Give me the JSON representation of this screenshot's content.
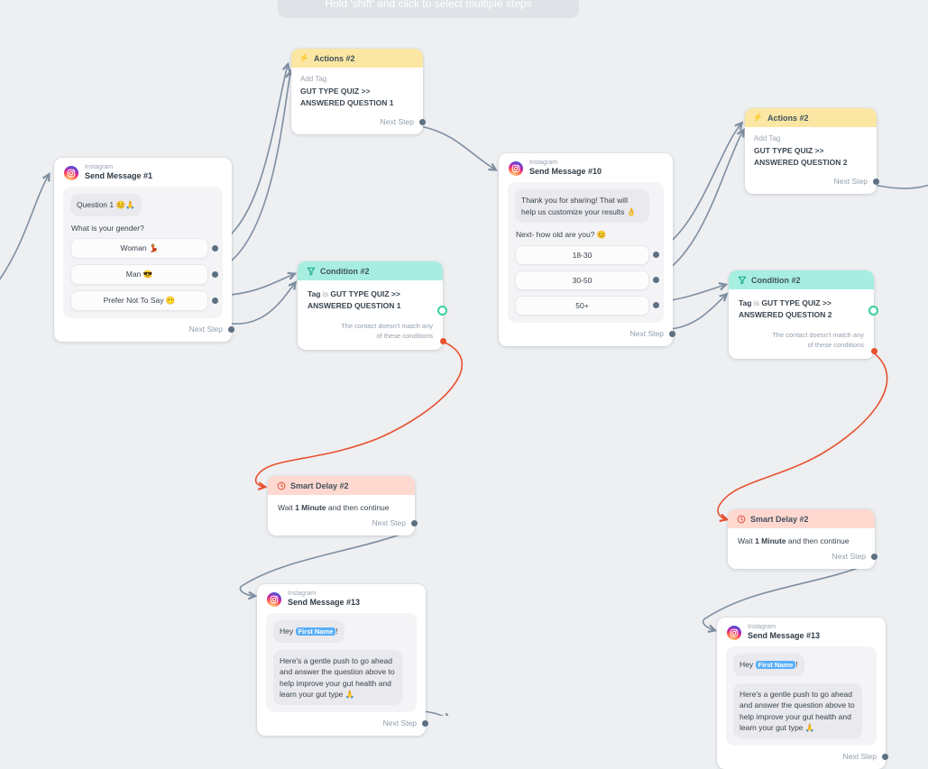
{
  "hint": {
    "text": "Hold 'shift' and click to select multiple steps"
  },
  "labels": {
    "next_step": "Next Step"
  },
  "colors": {
    "canvas-bg": "#EDEFF1",
    "actions-header": "#FBE7A3",
    "condition-header": "#A7EEE1",
    "delay-header": "#FFD9D0",
    "gray-line": "#7E8EA0",
    "red-line": "#E8502E",
    "match-green": "#35D29A",
    "chip-blue": "#58AEF7"
  },
  "nodes": {
    "actions_top_left": {
      "title": "Actions #2",
      "action_type": "Add Tag",
      "tag_line1": "GUT TYPE QUIZ >>",
      "tag_line2": "ANSWERED QUESTION 1"
    },
    "actions_top_right": {
      "title": "Actions #2",
      "action_type": "Add Tag",
      "tag_line1": "GUT TYPE QUIZ >>",
      "tag_line2": "ANSWERED QUESTION 2"
    },
    "send_message_1": {
      "channel": "Instagram",
      "title": "Send Message #1",
      "bubble": "Question 1 😊🙏",
      "question": "What is your gender?",
      "buttons": [
        "Woman 💃",
        "Man 😎",
        "Prefer Not To Say 😶"
      ]
    },
    "send_message_10": {
      "channel": "Instagram",
      "title": "Send Message #10",
      "bubble": "Thank you for sharing! That will help us customize your results 👌",
      "question": "Next- how old are you? 😊",
      "buttons": [
        "18-30",
        "30-50",
        "50+"
      ]
    },
    "condition_left": {
      "title": "Condition #2",
      "rule_subject": "Tag",
      "rule_verb": "is",
      "rule_value1": "GUT TYPE QUIZ >>",
      "rule_value2": "ANSWERED QUESTION 1",
      "no_match_line1": "The contact doesn't match any",
      "no_match_line2": "of these conditions"
    },
    "condition_right": {
      "title": "Condition #2",
      "rule_subject": "Tag",
      "rule_verb": "is",
      "rule_value1": "GUT TYPE QUIZ >>",
      "rule_value2": "ANSWERED QUESTION 2",
      "no_match_line1": "The contact doesn't match any",
      "no_match_line2": "of these conditions"
    },
    "smart_delay_left": {
      "title": "Smart Delay #2",
      "wait_prefix": "Wait",
      "wait_duration": "1 Minute",
      "wait_suffix": "and then continue"
    },
    "smart_delay_right": {
      "title": "Smart Delay #2",
      "wait_prefix": "Wait",
      "wait_duration": "1 Minute",
      "wait_suffix": "and then continue"
    },
    "send_message_13_left": {
      "channel": "Instagram",
      "title": "Send Message #13",
      "greeting_prefix": "Hey",
      "first_name_chip": "First Name",
      "greeting_suffix": "!",
      "body": "Here's a gentle push to go ahead and answer the question above to help improve your gut health and learn your gut type 🙏"
    },
    "send_message_13_right": {
      "channel": "Instagram",
      "title": "Send Message #13",
      "greeting_prefix": "Hey",
      "first_name_chip": "First Name",
      "greeting_suffix": "!",
      "body": "Here's a gentle push to go ahead and answer the question above to help improve your gut health and learn your gut type 🙏"
    }
  }
}
